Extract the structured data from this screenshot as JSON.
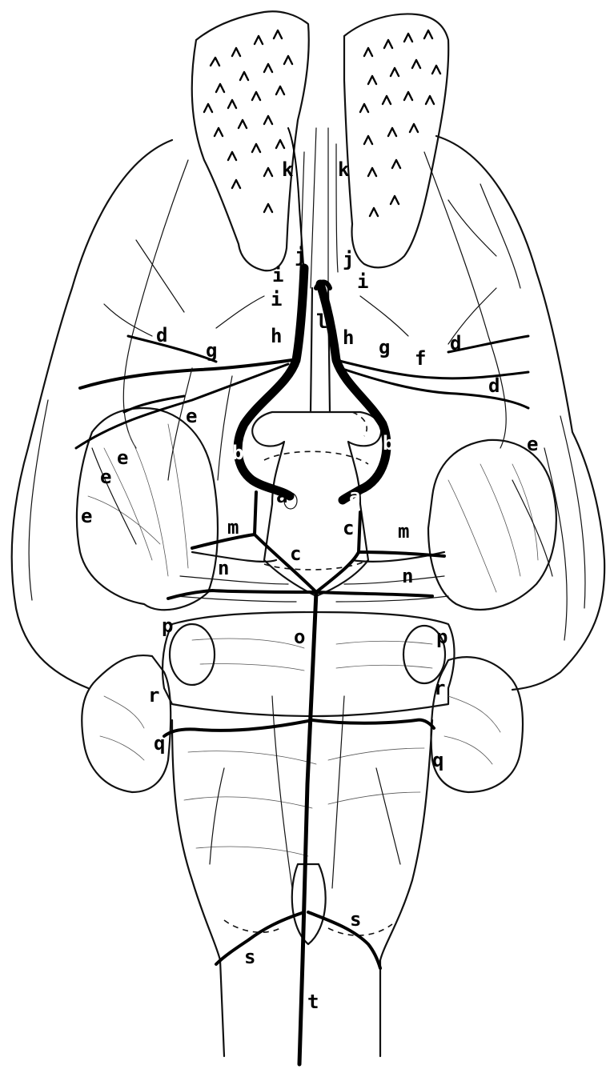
{
  "labels": {
    "k_left": "k",
    "k_right": "k",
    "j_left": "j",
    "j_right": "j",
    "i_left_upper": "i",
    "i_left_lower": "i",
    "i_right": "i",
    "l": "l",
    "h_left": "h",
    "h_right": "h",
    "g_left": "g",
    "g_right": "g",
    "f": "f",
    "d_left": "d",
    "d_right_upper": "d",
    "d_right_lower": "d",
    "e_left_1": "e",
    "e_left_2": "e",
    "e_left_3": "e",
    "e_left_4": "e",
    "e_right": "e",
    "b_left": "b",
    "b_right": "b",
    "a_left": "a",
    "a_right": "a",
    "c_upper": "c",
    "c_lower": "c",
    "m_left": "m",
    "m_right": "m",
    "n_left": "n",
    "n_right": "n",
    "o": "o",
    "p_left": "p",
    "p_right": "p",
    "r_left": "r",
    "r_right": "r",
    "q_left": "q",
    "q_right": "q",
    "s_left": "s",
    "s_right": "s",
    "t": "t"
  },
  "colors": {
    "ink": "#000000",
    "paper": "#ffffff"
  }
}
